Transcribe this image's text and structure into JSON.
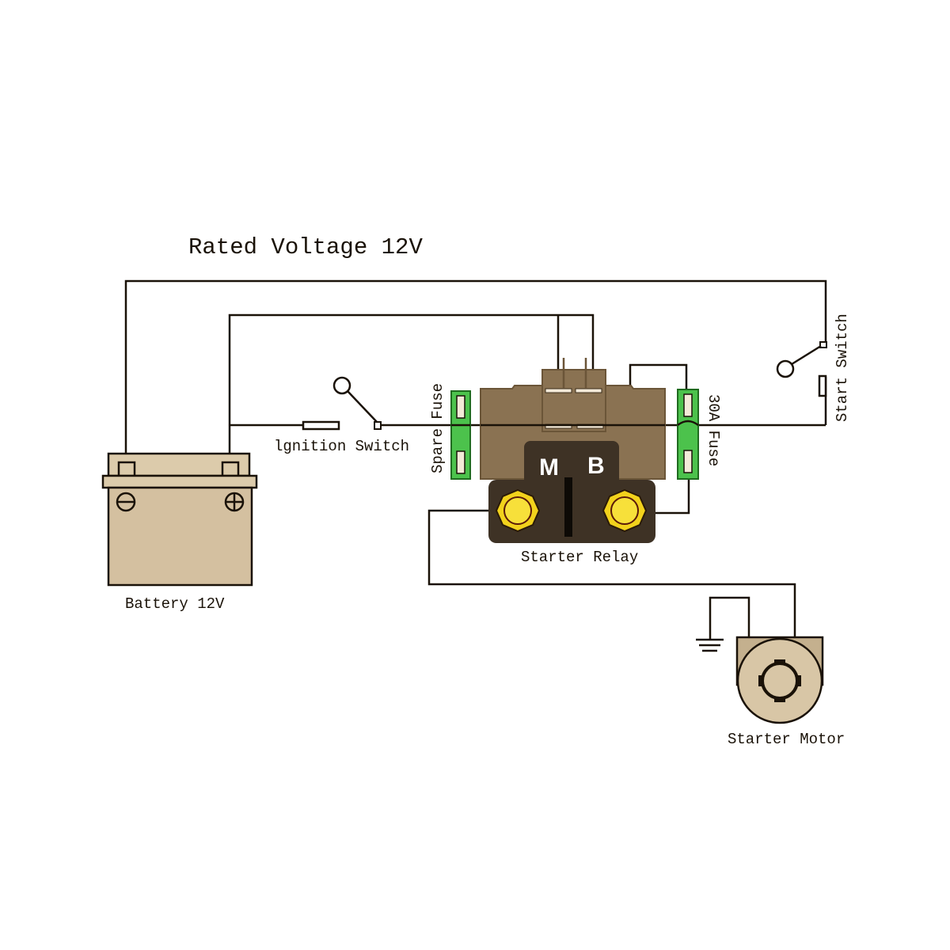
{
  "title": "Rated Voltage 12V",
  "labels": {
    "battery": "Battery 12V",
    "ignition_switch": "lgnition Switch",
    "spare_fuse": "Spare Fuse",
    "fuse_30a": "30A Fuse",
    "start_switch": "Start Switch",
    "starter_relay": "Starter Relay",
    "starter_motor": "Starter Motor",
    "relay_terminal_m": "M",
    "relay_terminal_b": "B"
  },
  "colors": {
    "wire": "#1a1208",
    "relay_body": "#8a7252",
    "relay_base": "#3e3225",
    "terminal": "#f2d21c",
    "fuse": "#4cc24c",
    "battery": "#d6c3a2",
    "motor": "#d8c6a6"
  }
}
